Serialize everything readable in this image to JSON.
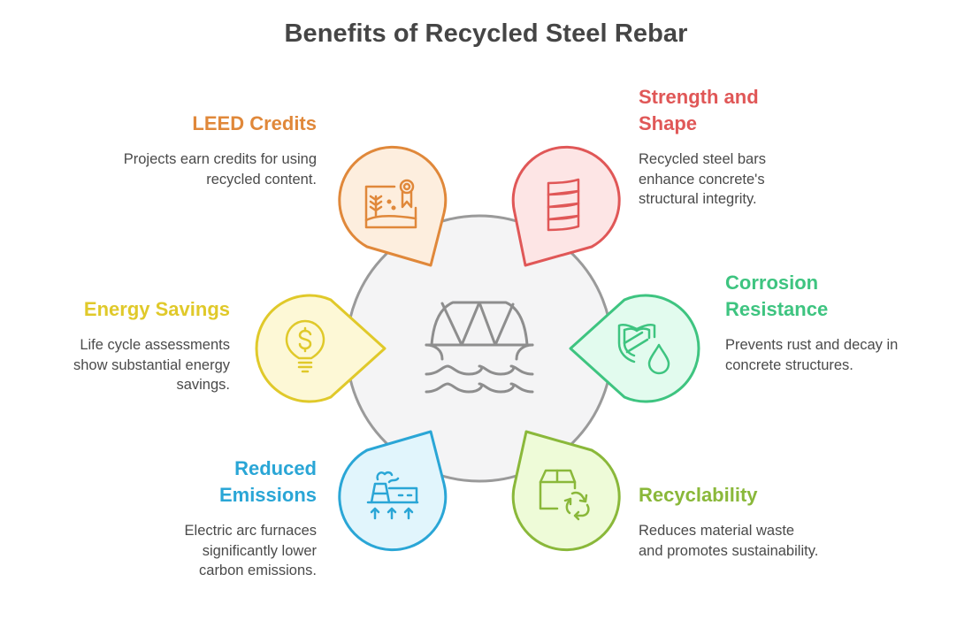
{
  "title": "Benefits of Recycled Steel Rebar",
  "hub": {
    "icon": "bridge-icon",
    "fill": "#f4f4f5",
    "stroke": "#9a9a9a"
  },
  "items": [
    {
      "id": "leed",
      "title": "LEED Credits",
      "description": "Projects earn credits for using recycled content.",
      "icon": "certificate-award-icon",
      "color": "#e0883a",
      "fill": "#fdeede",
      "side": "left"
    },
    {
      "id": "strength",
      "title": "Strength and Shape",
      "description": "Recycled steel bars enhance concrete's structural integrity.",
      "icon": "rebar-coil-icon",
      "color": "#e05757",
      "fill": "#fde5e5",
      "side": "right"
    },
    {
      "id": "corrosion",
      "title": "Corrosion Resistance",
      "description": "Prevents rust and decay in concrete structures.",
      "icon": "shield-droplet-icon",
      "color": "#3ec480",
      "fill": "#e2fbee",
      "side": "right"
    },
    {
      "id": "recyclability",
      "title": "Recyclability",
      "description": "Reduces material waste and promotes sustainability.",
      "icon": "box-recycle-icon",
      "color": "#8ab83a",
      "fill": "#eefbd8",
      "side": "right"
    },
    {
      "id": "emissions",
      "title": "Reduced Emissions",
      "description": "Electric arc furnaces significantly lower carbon emissions.",
      "icon": "factory-emissions-icon",
      "color": "#2aa6d6",
      "fill": "#e1f5fc",
      "side": "left"
    },
    {
      "id": "energy",
      "title": "Energy Savings",
      "description": "Life cycle assessments show substantial energy savings.",
      "icon": "lightbulb-dollar-icon",
      "color": "#e0c92a",
      "fill": "#fdf8d6",
      "side": "left"
    }
  ]
}
